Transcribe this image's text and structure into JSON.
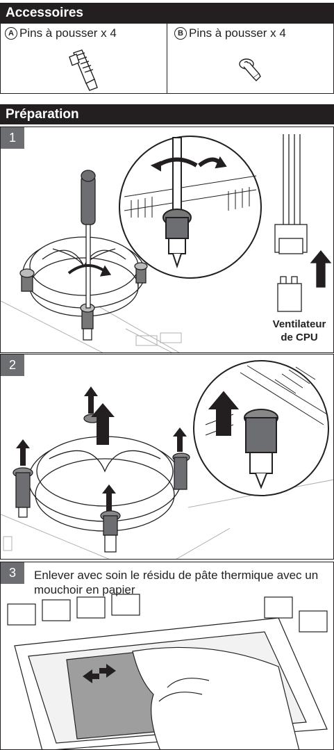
{
  "accessories": {
    "title": "Accessoires",
    "item_a": {
      "letter": "A",
      "label": "Pins à pousser x 4"
    },
    "item_b": {
      "letter": "B",
      "label": "Pins à pousser x 4"
    }
  },
  "preparation": {
    "title": "Préparation",
    "step1": {
      "number": "1",
      "fan_label_line1": "Ventilateur",
      "fan_label_line2": "de CPU"
    },
    "step2": {
      "number": "2"
    },
    "step3": {
      "number": "3",
      "instruction": "Enlever avec soin le résidu de pâte thermique avec un mouchoir en papier"
    }
  },
  "colors": {
    "header_bg": "#231f20",
    "step_badge": "#6d6e71",
    "line_art": "#231f20",
    "fill_gray": "#9e9e9e"
  }
}
